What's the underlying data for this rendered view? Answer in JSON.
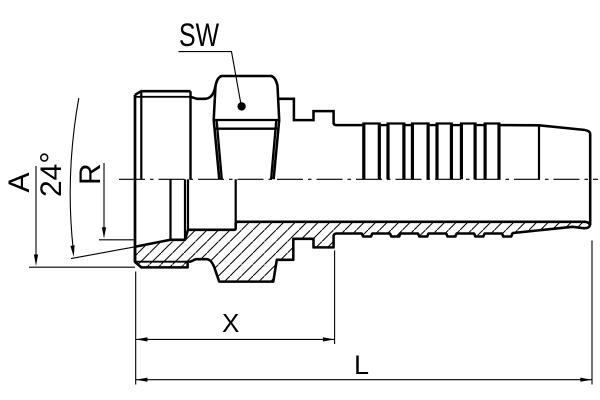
{
  "drawing": {
    "labels": {
      "wrench_size": "SW",
      "thread": "A",
      "cone_angle": "24°",
      "seat_bore": "R",
      "insertion_depth": "X",
      "overall_length": "L"
    },
    "colors": {
      "line": "#000000",
      "background": "#ffffff"
    }
  }
}
